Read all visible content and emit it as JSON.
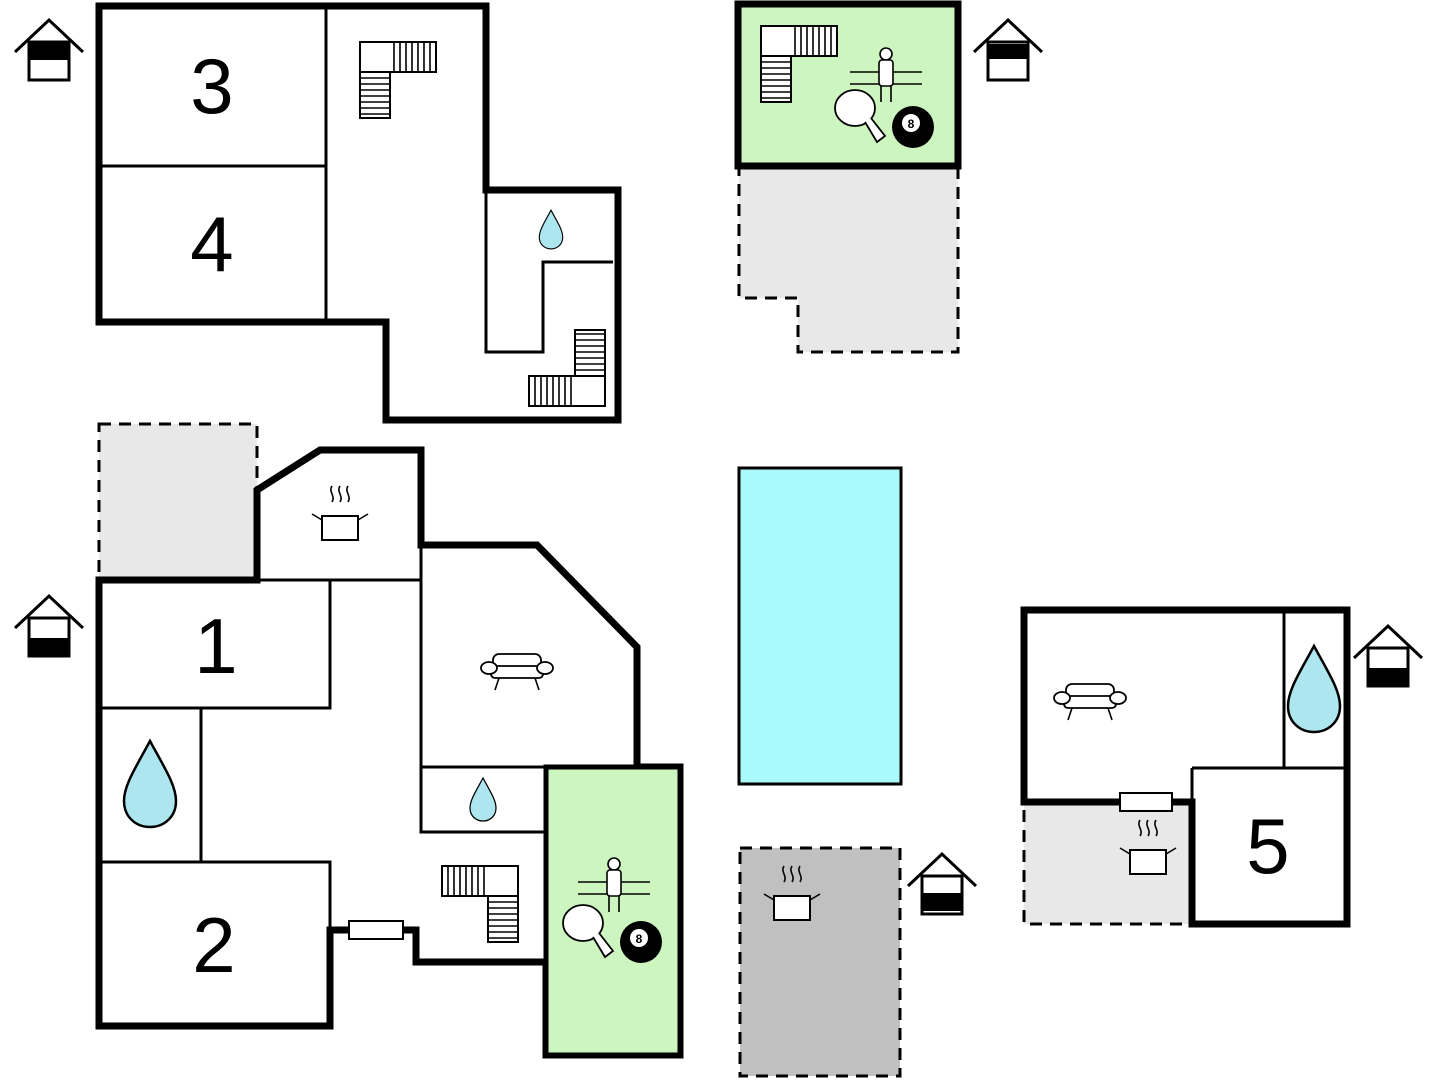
{
  "rooms": {
    "room_1": "1",
    "room_2": "2",
    "room_3": "3",
    "room_4": "4",
    "room_5": "5"
  },
  "billiard_ball_number": "8",
  "icons": [
    "house-level-icon",
    "stairs-icon",
    "water-drop-icon",
    "cooking-pot-icon",
    "sofa-icon",
    "table-football-icon",
    "ping-pong-paddle-icon",
    "billiard-ball-icon",
    "door-icon"
  ],
  "colors": {
    "activity_room": "#ccf5c0",
    "pool": "#aafafc",
    "terrace": "#e8e8e8",
    "covered_kitchen": "#c0c0c0",
    "water": "#aee6f0",
    "walls": "#000000"
  }
}
